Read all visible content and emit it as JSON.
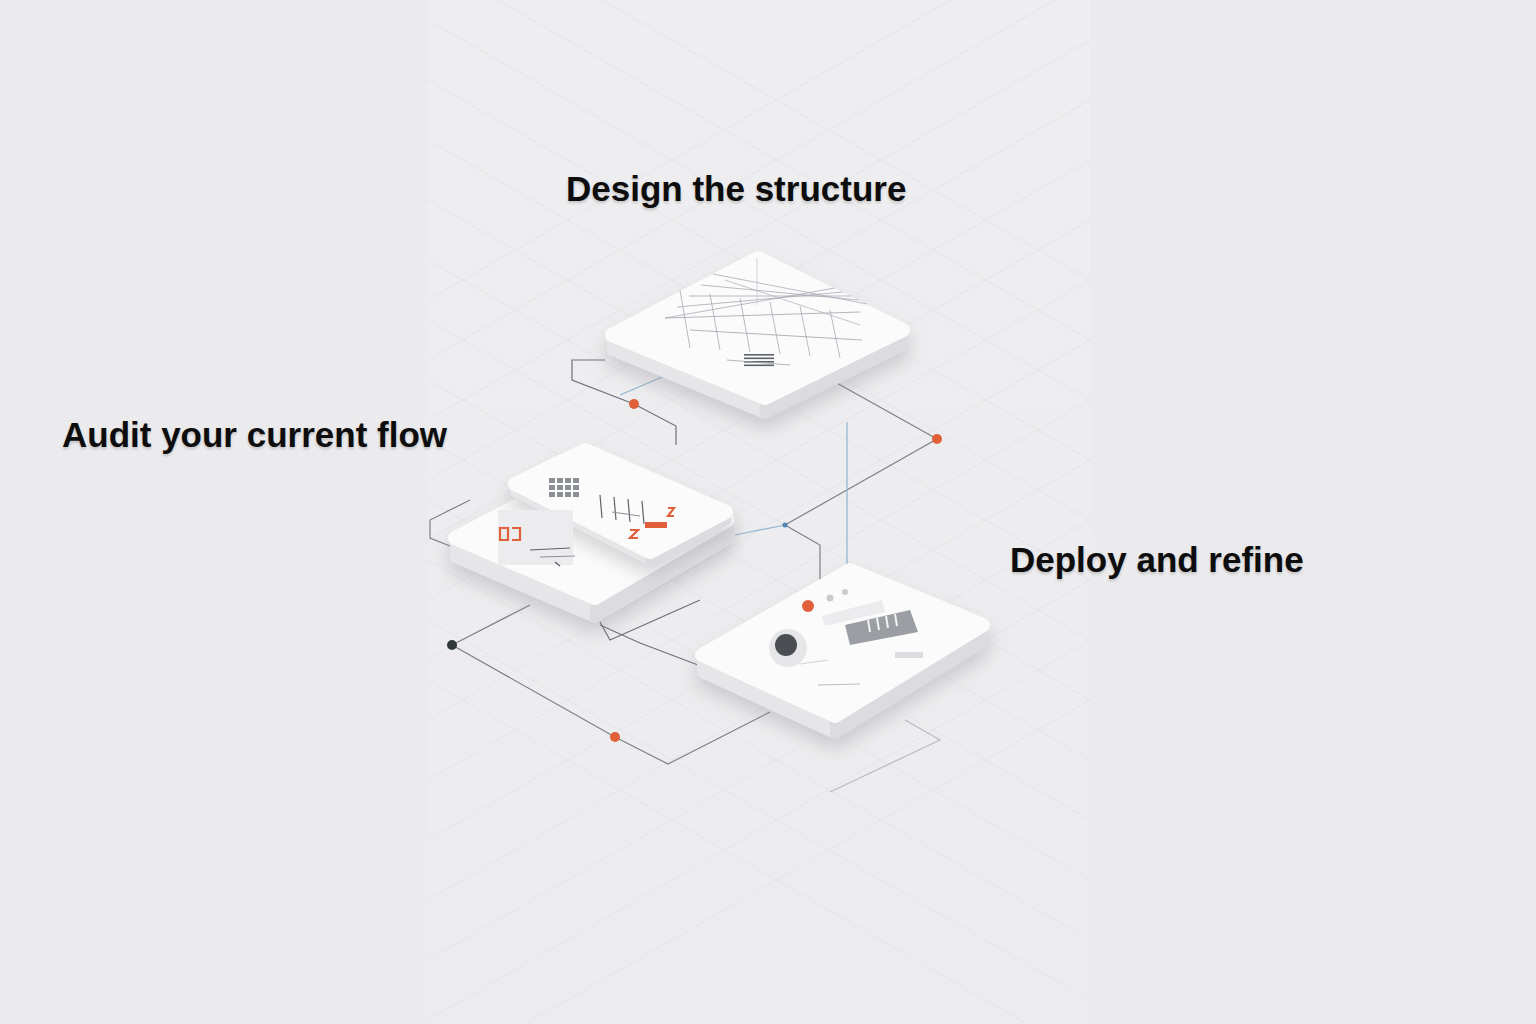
{
  "diagram": {
    "nodes": [
      {
        "text": [
          "Design the structure"
        ]
      },
      {
        "text": [
          "Audit your current flow"
        ]
      },
      {
        "text": [
          "Deploy and refine"
        ]
      }
    ],
    "edges": [
      {
        "from": 0,
        "to": 1,
        "arrow": "none"
      },
      {
        "from": 0,
        "to": 2,
        "arrow": "none"
      },
      {
        "from": 1,
        "to": 2,
        "arrow": "none"
      }
    ]
  }
}
